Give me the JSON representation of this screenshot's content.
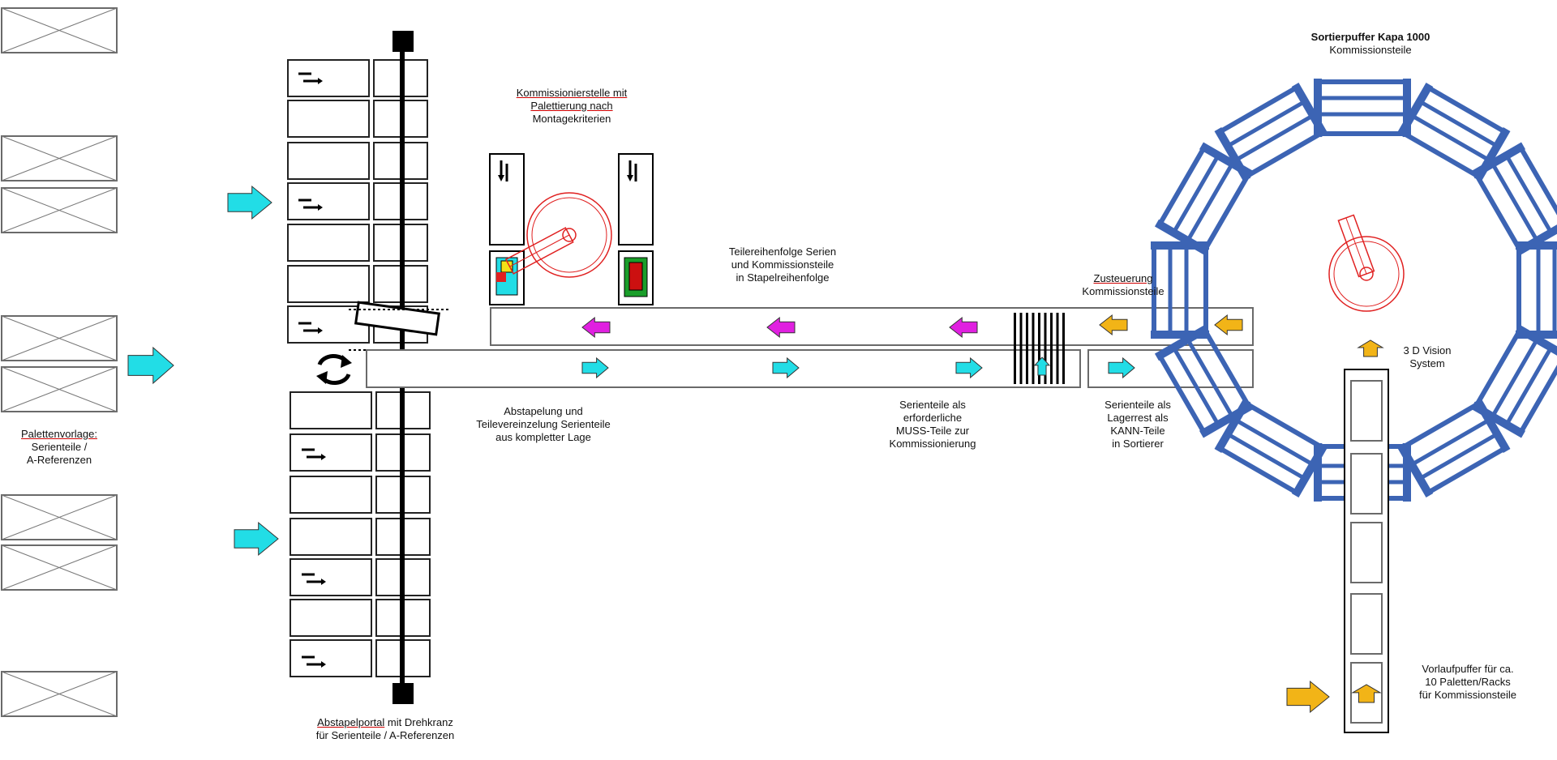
{
  "labels": {
    "kommissionierstelle": {
      "line1": "Kommissionierstelle mit",
      "line2": "Palettierung nach",
      "line3": "Montagekriterien"
    },
    "sortierpuffer": {
      "line1": "Sortierpuffer Kapa 1000",
      "line2": "Kommissionsteile"
    },
    "teilereihenfolge": {
      "line1": "Teilereihenfolge Serien",
      "line2": "und Kommissionsteile",
      "line3": "in Stapelreihenfolge"
    },
    "zusteuerung": {
      "line1": "Zusteuerung",
      "line2": "Kommissionsteile"
    },
    "vision": {
      "line1": "3 D Vision",
      "line2": "System"
    },
    "palettenvorlage": {
      "line1": "Palettenvorlage:",
      "line2": "Serienteile /",
      "line3": "A-Referenzen"
    },
    "abstapelung": {
      "line1": "Abstapelung und",
      "line2": "Teilevereinzelung Serienteile",
      "line3": "aus kompletter Lage"
    },
    "serienteile_muss": {
      "line1": "Serienteile als",
      "line2": "erforderliche",
      "line3": "MUSS-Teile zur",
      "line4": "Kommissionierung"
    },
    "serienteile_kann": {
      "line1": "Serienteile als",
      "line2": "Lagerrest als",
      "line3": "KANN-Teile",
      "line4": "in Sortierer"
    },
    "vorlaufpuffer": {
      "line1": "Vorlaufpuffer für ca.",
      "line2": "10 Paletten/Racks",
      "line3": "für Kommissionsteile"
    },
    "abstapelportal": {
      "line1_underlined": "Abstapelportal",
      "line1_rest": " mit Drehkranz",
      "line2": "für Serienteile / A-Referenzen"
    }
  },
  "colors": {
    "cyan": "#22dde6",
    "magenta": "#e020e0",
    "orange": "#f2b417",
    "blue": "#3c64b4",
    "red": "#e02020",
    "black": "#000000",
    "green": "#1a9e2a",
    "gray_border": "#6a6a6a"
  },
  "icons": [
    "pallet-placeholder-icon",
    "cyan-arrow-icon",
    "magenta-arrow-icon",
    "orange-arrow-icon",
    "robot-icon",
    "rotate-icon"
  ]
}
